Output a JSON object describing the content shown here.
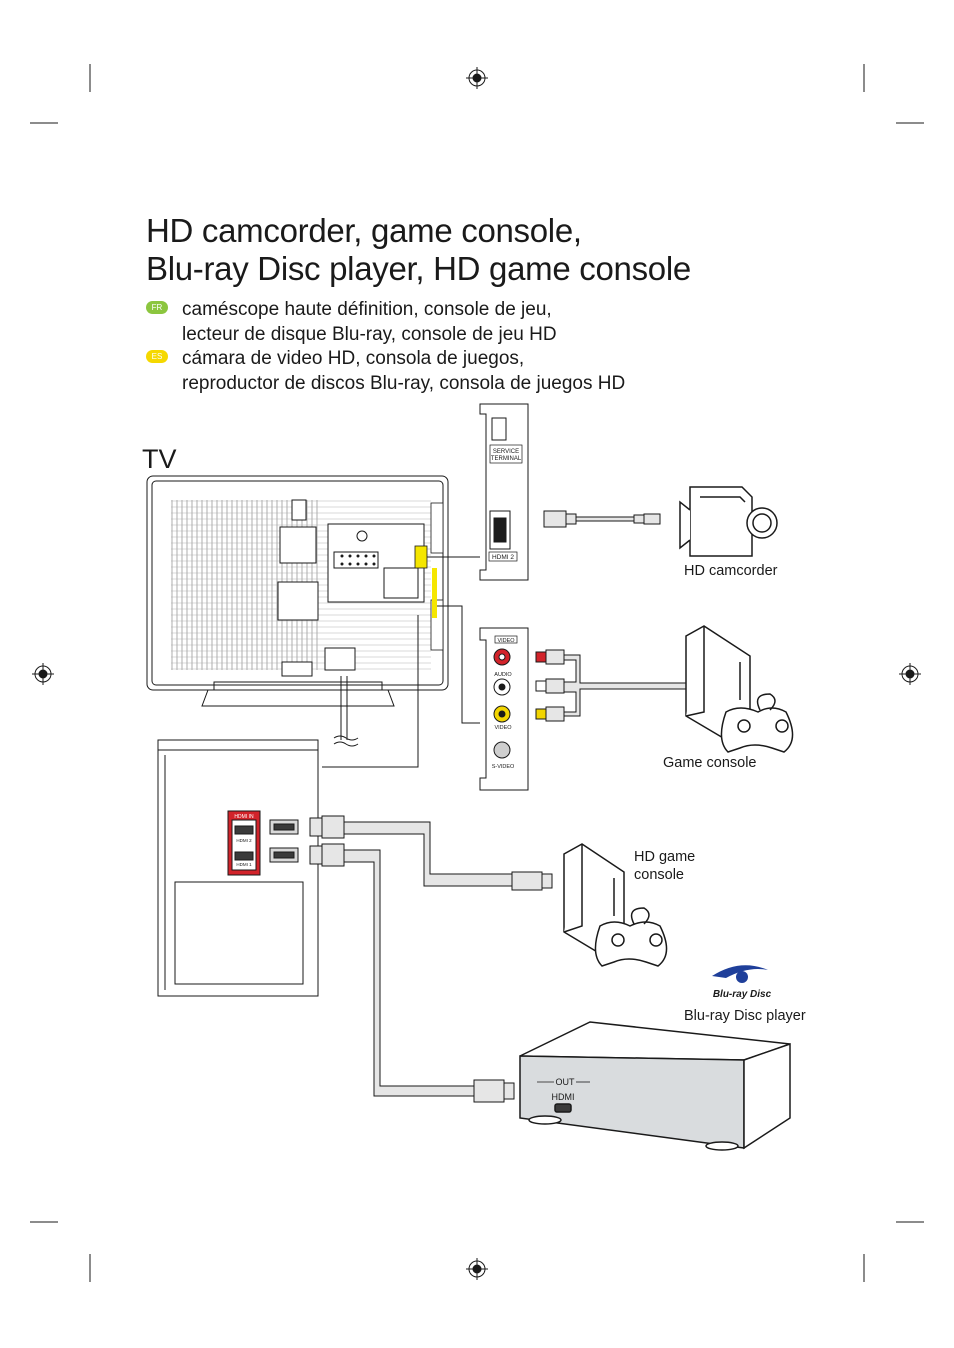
{
  "page": {
    "title_line1": "HD camcorder, game console,",
    "title_line2": "Blu-ray Disc player, HD game console",
    "languages": [
      {
        "code": "FR",
        "line1": "caméscope haute définition, console de jeu,",
        "line2": "lecteur de disque Blu-ray, console de jeu HD"
      },
      {
        "code": "ES",
        "line1": "cámara de video HD, consola de juegos,",
        "line2": "reproductor de discos Blu-ray, consola de juegos HD"
      }
    ]
  },
  "diagram": {
    "tv_label": "TV",
    "panel_labels": {
      "service_terminal_1": "SERVICE",
      "service_terminal_2": "TERMINAL",
      "hdmi_side": "HDMI 2",
      "video_top": "VIDEO",
      "audio": "AUDIO",
      "video": "VIDEO",
      "svideo": "S-VIDEO",
      "hdmi_in": "HDMI IN",
      "hdmi2": "HDMI 2",
      "hdmi1": "HDMI 1"
    },
    "device_labels": {
      "camcorder": "HD camcorder",
      "game_console": "Game console",
      "hd_game_console_1": "HD game",
      "hd_game_console_2": "console",
      "bluray_player": "Blu-ray Disc player",
      "bluray_logo": "Blu-ray Disc",
      "out": "OUT",
      "hdmi": "HDMI"
    },
    "colors": {
      "cable_fill": "#e6e6e6",
      "highlight_yellow": "#f5e600",
      "rca_red": "#d2232a",
      "rca_yellow": "#f2d500",
      "player_body": "#d9dcde"
    }
  }
}
